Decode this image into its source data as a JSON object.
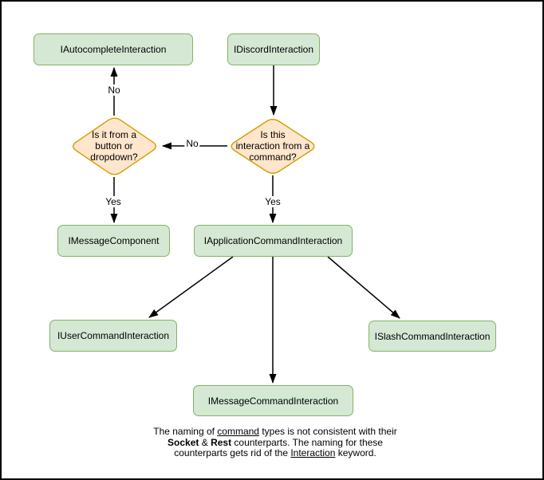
{
  "diagram": {
    "nodes": {
      "autocomplete": {
        "label": "IAutocompleteInteraction"
      },
      "discord": {
        "label": "IDiscordInteraction"
      },
      "message_component": {
        "label": "IMessageComponent"
      },
      "application_command": {
        "label": "IApplicationCommandInteraction"
      },
      "user_command": {
        "label": "IUserCommandInteraction"
      },
      "slash_command": {
        "label": "ISlashCommandInteraction"
      },
      "message_command": {
        "label": "IMessageCommandInteraction"
      }
    },
    "decisions": {
      "from_button": {
        "line1": "Is it from a",
        "line2": "button or",
        "line3": "dropdown?"
      },
      "from_command": {
        "line1": "Is this",
        "line2": "interaction from a",
        "line3": "command?"
      }
    },
    "edge_labels": {
      "no_up": "No",
      "no_left": "No",
      "yes_left": "Yes",
      "yes_right": "Yes"
    },
    "colors": {
      "node_fill": "#d5e8d4",
      "node_border": "#82b366",
      "decision_fill": "#ffe6cc",
      "decision_border": "#d79b00",
      "arrow": "#000000"
    },
    "note": {
      "line1": {
        "a": "The naming of ",
        "b": "command",
        "c": " types is not consistent with their"
      },
      "line2": {
        "a": "Socket",
        "b": " & ",
        "c": "Rest",
        "d": " counterparts. The naming for these"
      },
      "line3": {
        "a": "counterparts gets rid of the ",
        "b": "Interaction",
        "c": " keyword."
      }
    }
  }
}
